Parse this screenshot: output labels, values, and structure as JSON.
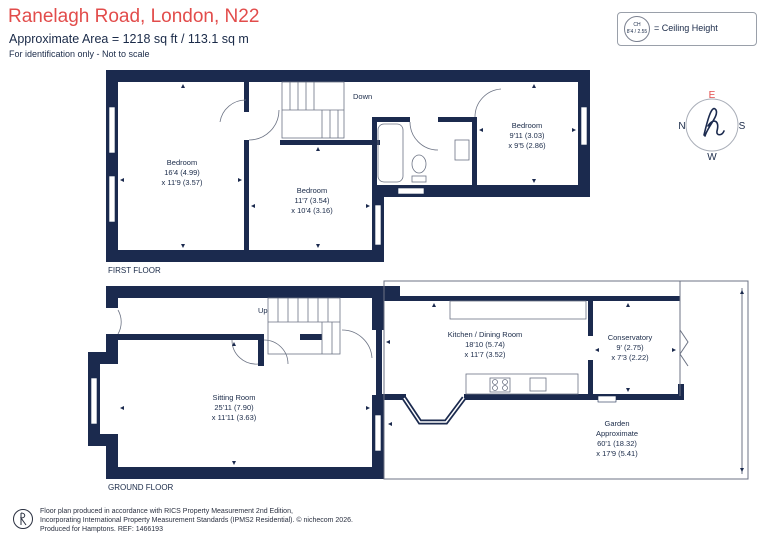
{
  "header": {
    "title": "Ranelagh Road, London, N22",
    "area": "Approximate Area = 1218 sq ft / 113.1 sq m",
    "note": "For identification only - Not to scale"
  },
  "legend": {
    "badge_top": "CH",
    "badge_bottom": "8'4 / 2.55",
    "label": "= Ceiling Height"
  },
  "compass": {
    "north": "N",
    "east": "E",
    "south": "S",
    "west": "W"
  },
  "floors": {
    "first": {
      "label": "FIRST FLOOR",
      "stairs_label": "Down"
    },
    "ground": {
      "label": "GROUND FLOOR",
      "stairs_label": "Up"
    }
  },
  "rooms": {
    "bed1": {
      "name": "Bedroom",
      "dim1": "16'4 (4.99)",
      "dim2": "x 11'9 (3.57)"
    },
    "bed2": {
      "name": "Bedroom",
      "dim1": "11'7 (3.54)",
      "dim2": "x 10'4 (3.16)"
    },
    "bed3": {
      "name": "Bedroom",
      "dim1": "9'11 (3.03)",
      "dim2": "x 9'5 (2.86)"
    },
    "kitchen": {
      "name": "Kitchen / Dining Room",
      "dim1": "18'10 (5.74)",
      "dim2": "x 11'7 (3.52)"
    },
    "conservatory": {
      "name": "Conservatory",
      "dim1": "9' (2.75)",
      "dim2": "x 7'3 (2.22)"
    },
    "sitting": {
      "name": "Sitting Room",
      "dim1": "25'11 (7.90)",
      "dim2": "x 11'11 (3.63)"
    },
    "garden": {
      "name": "Garden",
      "dim1": "Approximate",
      "dim2": "60'1 (18.32)",
      "dim3": "x 17'9 (5.41)"
    }
  },
  "footer": {
    "line1": "Floor plan produced in accordance with RICS Property Measurement 2nd Edition,",
    "line2": "Incorporating International Property Measurement Standards (IPMS2 Residential).  © nichecom 2026.",
    "line3": "Produced for Hamptons.   REF: 1466193"
  },
  "colors": {
    "wall": "#1b2a4e",
    "title": "#e24c4b",
    "text": "#1a2a48"
  }
}
